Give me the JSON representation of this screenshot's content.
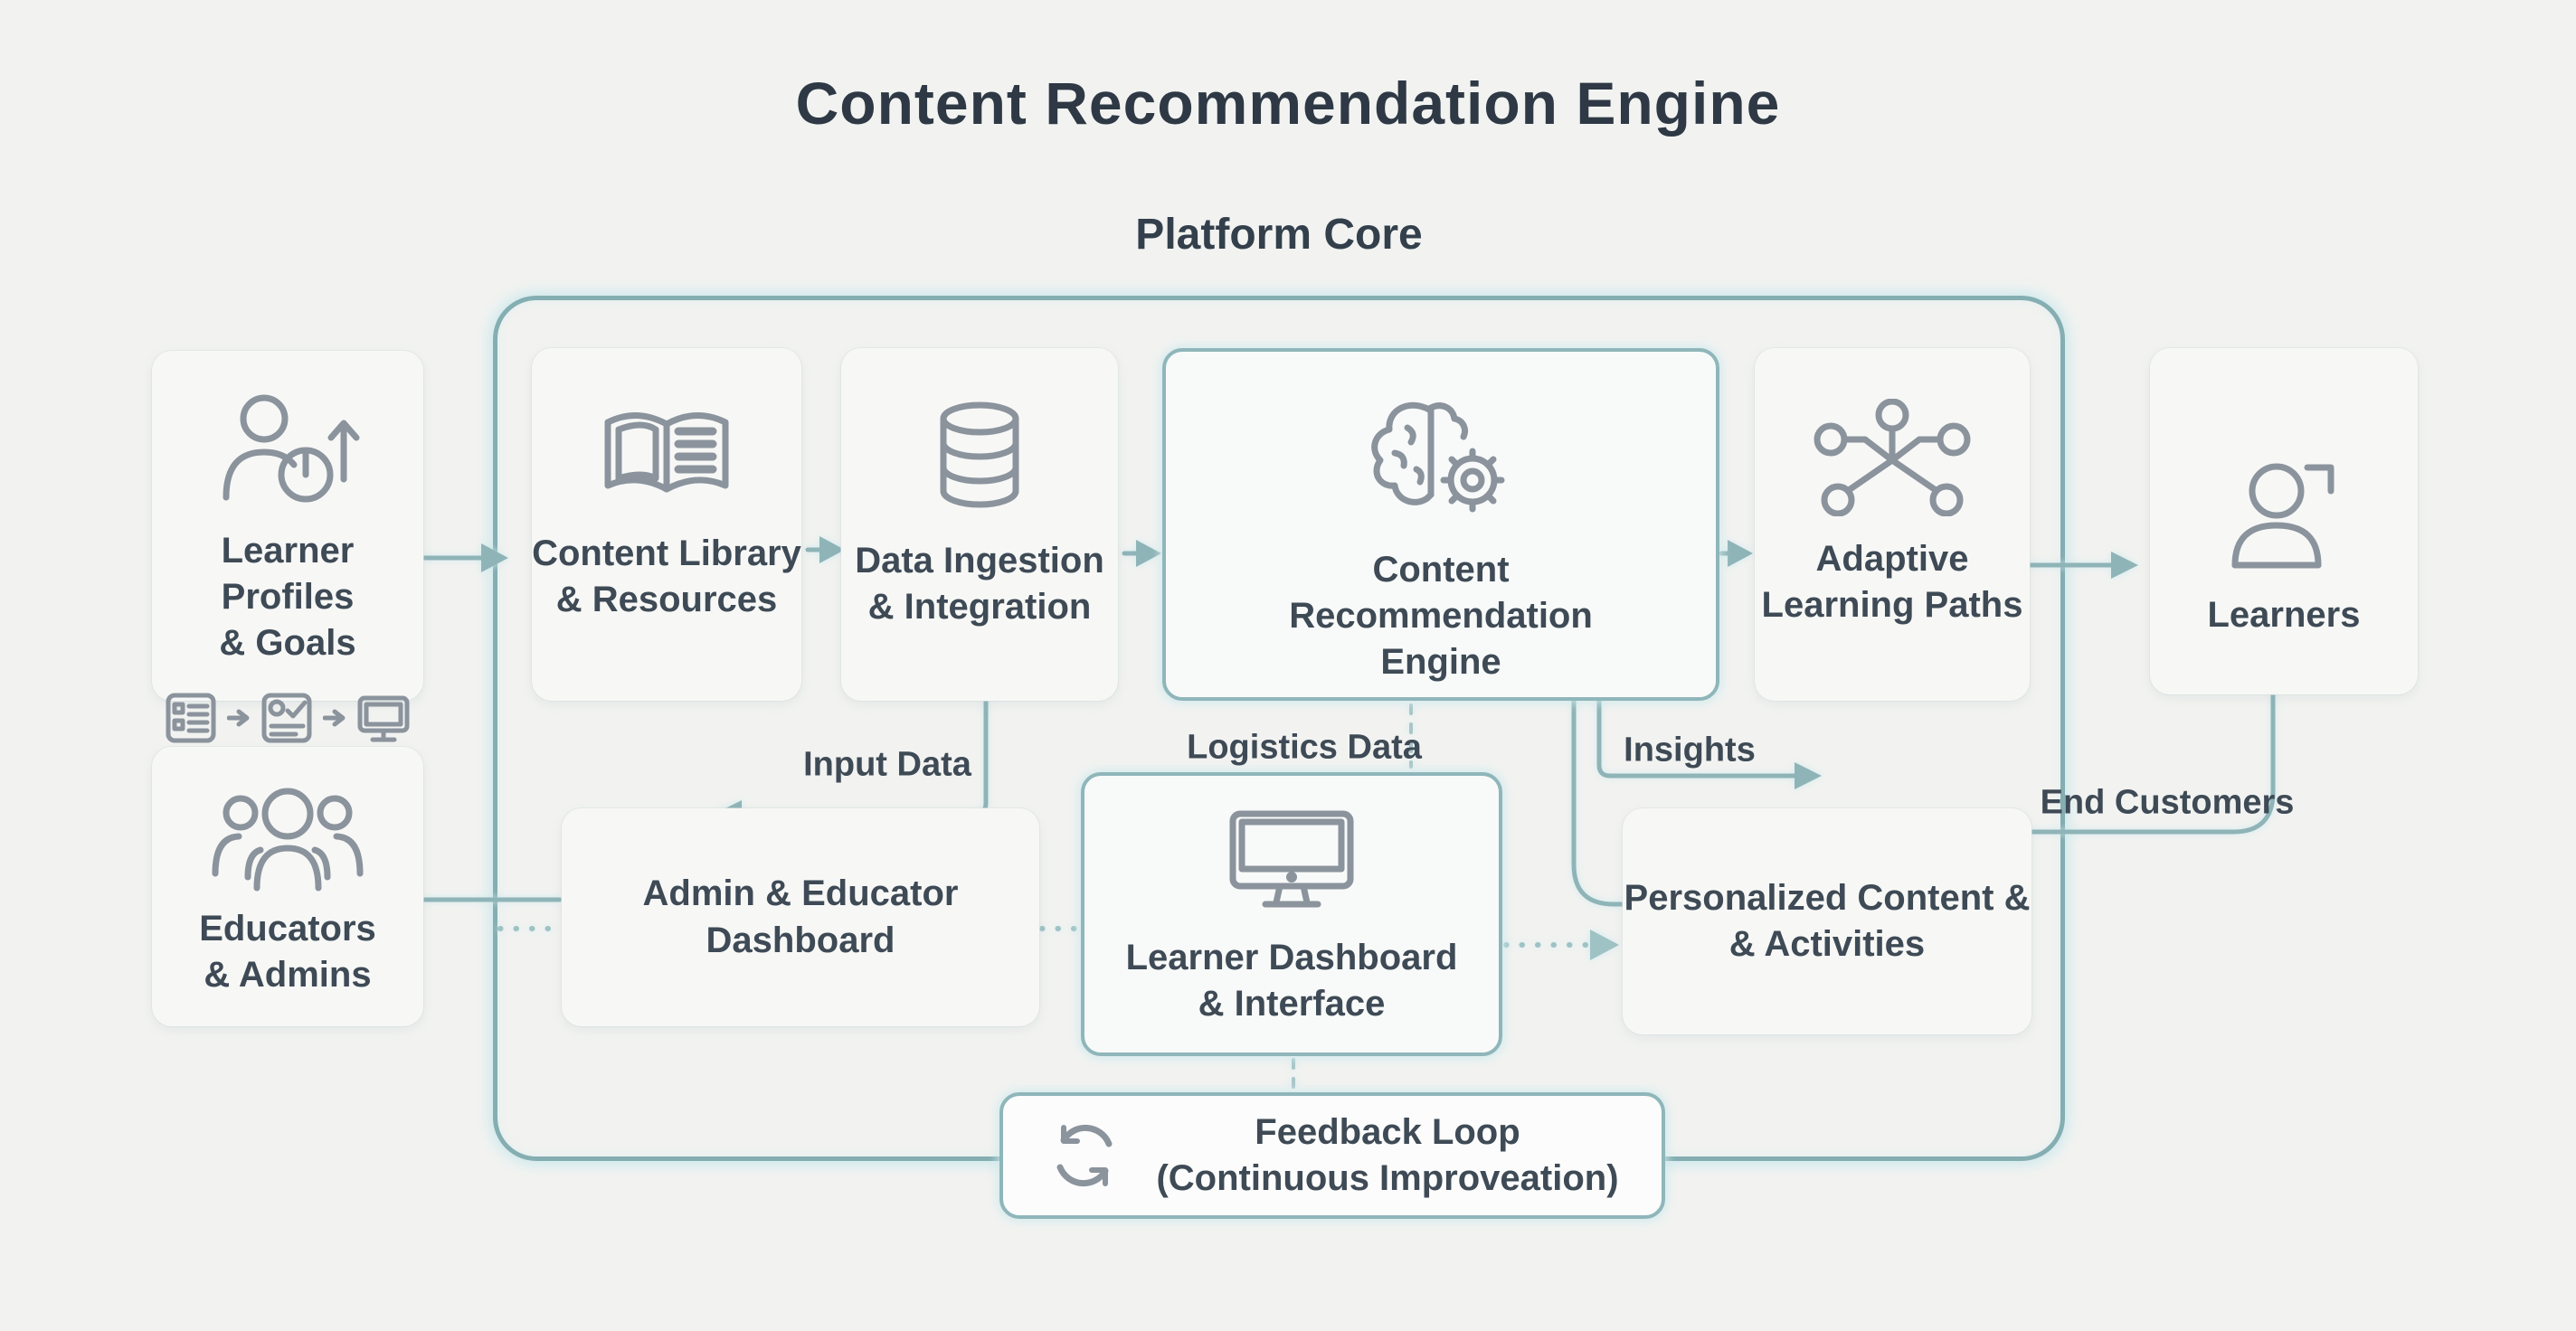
{
  "title": "Content Recommendation Engine",
  "core_label": "Platform Core",
  "boxes": {
    "learner_profiles": {
      "line1": "Learner Profiles",
      "line2": "& Goals"
    },
    "educators": {
      "line1": "Educators",
      "line2": "& Admins"
    },
    "content_library": {
      "line1": "Content Library",
      "line2": "& Resources"
    },
    "data_ingestion": {
      "line1": "Data Ingestion",
      "line2": "& Integration"
    },
    "engine": {
      "line1": "Content",
      "line2": "Recommendation",
      "line3": "Engine"
    },
    "adaptive_paths": {
      "line1": "Adaptive",
      "line2": "Learning Paths"
    },
    "learners": {
      "line1": "Learners"
    },
    "admin_dashboard": {
      "line1": "Admin & Educator",
      "line2": "Dashboard"
    },
    "learner_dashboard": {
      "line1": "Learner Dashboard",
      "line2": "& Interface"
    },
    "personalized": {
      "line1": "Personalized Content &",
      "line2": "& Activities"
    },
    "feedback": {
      "line1": "Feedback Loop",
      "line2": "(Continuous Improveation)"
    }
  },
  "flow_labels": {
    "input_data": "Input Data",
    "logistics_data": "Logistics Data",
    "insights": "Insights",
    "end_customers": "End Customers"
  },
  "icons": {
    "learner_profiles": "person-progress-icon",
    "profiles_steps": [
      "document-list-icon",
      "profile-card-icon",
      "monitor-icon"
    ],
    "educators": "people-group-icon",
    "content_library": "open-book-icon",
    "data_ingestion": "database-icon",
    "engine": "brain-gear-icon",
    "adaptive_paths": "network-nodes-icon",
    "learners": "person-icon",
    "learner_dashboard": "desktop-monitor-icon",
    "feedback": "refresh-arrows-icon"
  },
  "colors": {
    "background": "#f2f3f1",
    "accent_teal": "#84aeb2",
    "connector_teal": "#8fb4b8",
    "icon_gray": "#8b939d",
    "text": "#3e4a55"
  }
}
